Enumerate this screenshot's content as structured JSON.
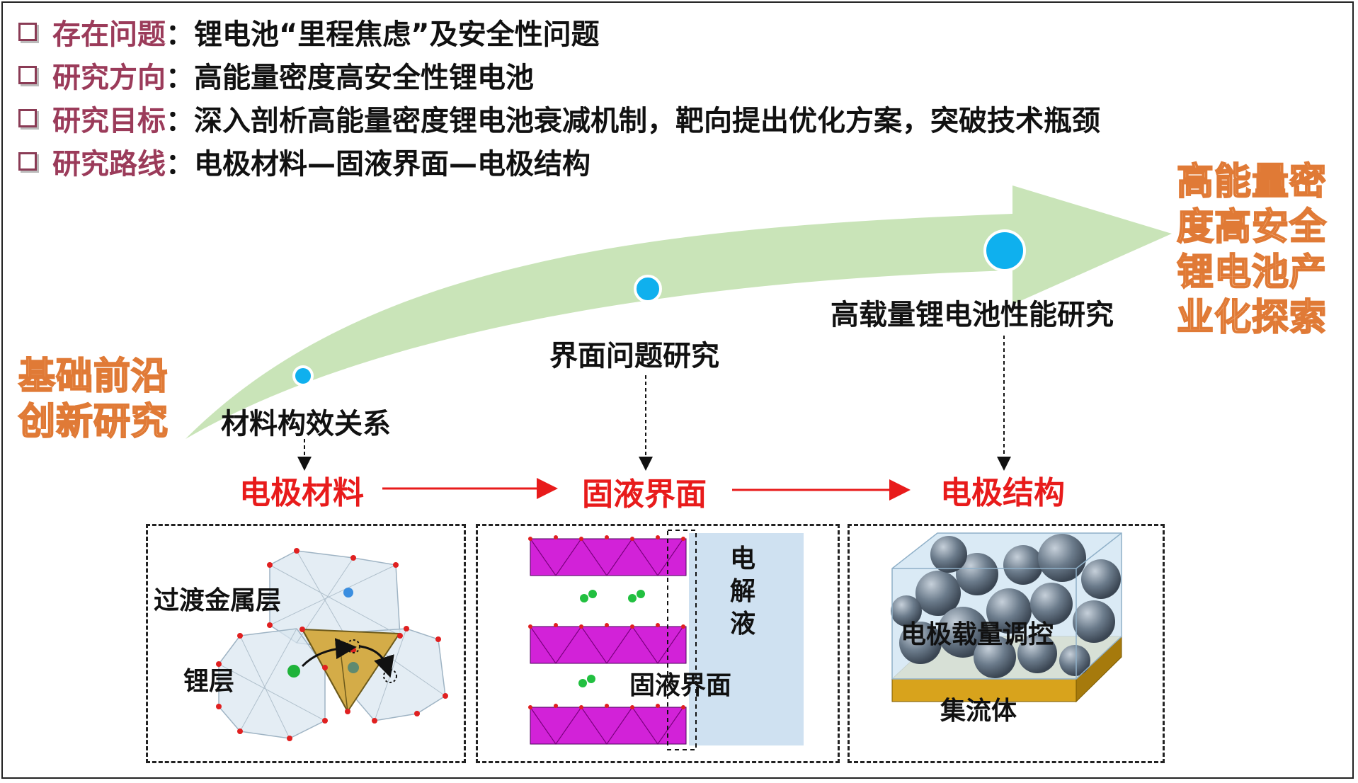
{
  "bullets": [
    {
      "label": "存在问题",
      "text": "：锂电池“里程焦虑”及安全性问题"
    },
    {
      "label": "研究方向",
      "text": "：高能量密度高安全性锂电池"
    },
    {
      "label": "研究目标",
      "text": "：深入剖析高能量密度锂电池衰减机制，靶向提出优化方案，突破技术瓶颈"
    },
    {
      "label": "研究路线",
      "text": "：电极材料—固液界面—电极结构"
    }
  ],
  "start_label": [
    "基础前沿",
    "创新研究"
  ],
  "end_label": [
    "高能量密",
    "度高安全",
    "锂电池产",
    "业化探索"
  ],
  "milestones": [
    "材料构效关系",
    "界面问题研究",
    "高载量锂电池性能研究"
  ],
  "stages": [
    "电极材料",
    "固液界面",
    "电极结构"
  ],
  "panels": {
    "material": {
      "layer1": "过渡金属层",
      "layer2": "锂层"
    },
    "interface": {
      "electrolyte": [
        "电",
        "解",
        "液"
      ],
      "interface_label": "固液界面"
    },
    "structure": {
      "loading": "电极载量调控",
      "collector": "集流体"
    }
  },
  "colors": {
    "arrow": "#c9e4b8",
    "stage_text": "#e81b1b",
    "dot": "#0fb0ee",
    "bullet_label": "#9b3b5a",
    "orange_text": "#f7c39a"
  }
}
